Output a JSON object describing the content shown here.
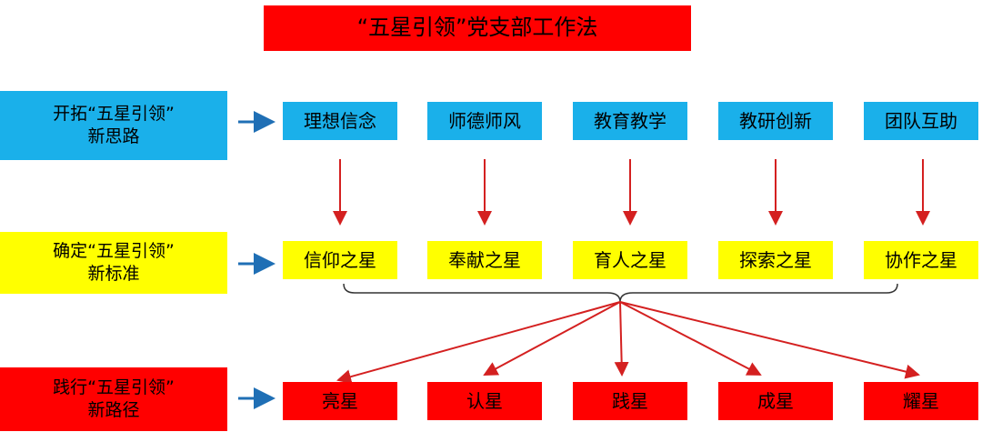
{
  "title": "“五星引领”党支部工作法",
  "rows": [
    {
      "label_line1": "开拓“五星引领”",
      "label_line2": "新思路",
      "color": "#1ab0ea"
    },
    {
      "label_line1": "确定“五星引领”",
      "label_line2": "新标准",
      "color": "#ffff00"
    },
    {
      "label_line1": "践行“五星引领”",
      "label_line2": "新路径",
      "color": "#ff0000"
    }
  ],
  "ideas": [
    "理想信念",
    "师德师风",
    "教育教学",
    "教研创新",
    "团队互助"
  ],
  "stars": [
    "信仰之星",
    "奉献之星",
    "育人之星",
    "探索之星",
    "协作之星"
  ],
  "paths": [
    "亮星",
    "认星",
    "践星",
    "成星",
    "耀星"
  ],
  "colors": {
    "arrow_blue": "#1f6fb5",
    "arrow_red": "#d42020",
    "bracket": "#333333"
  }
}
